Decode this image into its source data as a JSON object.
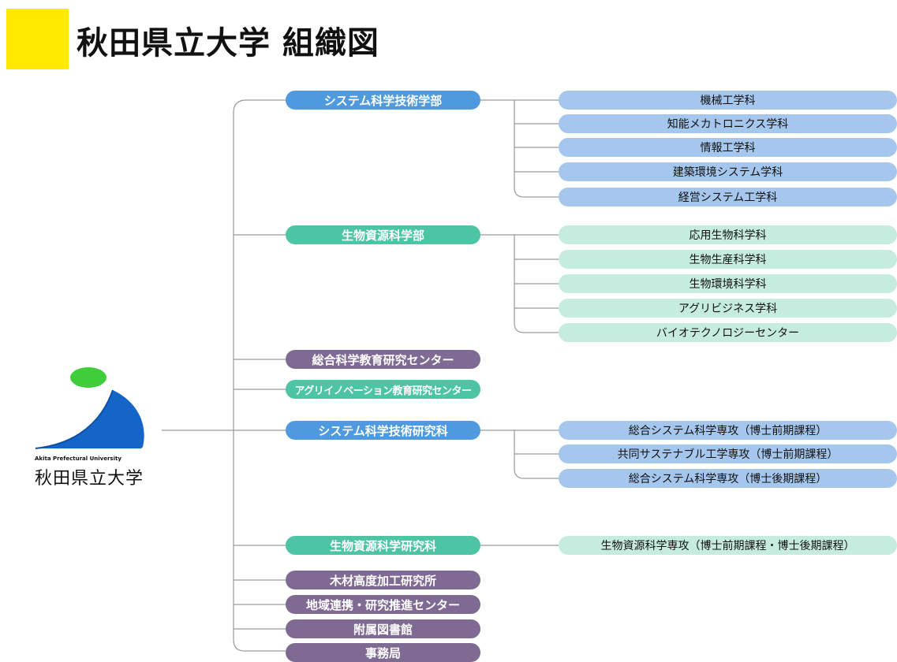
{
  "header": {
    "title": "秋田県立大学  組織図"
  },
  "logo": {
    "name_en": "Akita Prefectural University",
    "name_ja": "秋田県立大学"
  },
  "units": [
    {
      "label": "システム科学技術学部",
      "color": "#4f9ade",
      "departments": [
        "機械工学科",
        "知能メカトロニクス学科",
        "情報工学科",
        "建築環境システム学科",
        "経営システム工学科"
      ]
    },
    {
      "label": "生物資源科学部",
      "color": "#4dc4a4",
      "departments": [
        "応用生物科学科",
        "生物生産科学科",
        "生物環境科学科",
        "アグリビジネス学科",
        "バイオテクノロジーセンター"
      ]
    },
    {
      "label": "総合科学教育研究センター",
      "color": "#7f6a93",
      "departments": []
    },
    {
      "label": "アグリイノベーション教育研究センター",
      "color": "#4dc4a4",
      "departments": []
    },
    {
      "label": "システム科学技術研究科",
      "color": "#4f9ade",
      "departments": [
        "総合システム科学専攻（博士前期課程）",
        "共同サステナブル工学専攻（博士前期課程）",
        "総合システム科学専攻（博士後期課程）"
      ]
    },
    {
      "label": "生物資源科学研究科",
      "color": "#4dc4a4",
      "departments": [
        "生物資源科学専攻（博士前期課程・博士後期課程）"
      ]
    },
    {
      "label": "木材高度加工研究所",
      "color": "#7f6a93",
      "departments": []
    },
    {
      "label": "地域連携・研究推進センター",
      "color": "#7f6a93",
      "departments": []
    },
    {
      "label": "附属図書館",
      "color": "#7f6a93",
      "departments": []
    },
    {
      "label": "事務局",
      "color": "#7f6a93",
      "departments": []
    }
  ],
  "colors": {
    "accent_yellow": "#ffe900",
    "line": "#9a9a9a",
    "dept_blue": "#a5c7ee",
    "dept_green": "#c5ecdf"
  }
}
